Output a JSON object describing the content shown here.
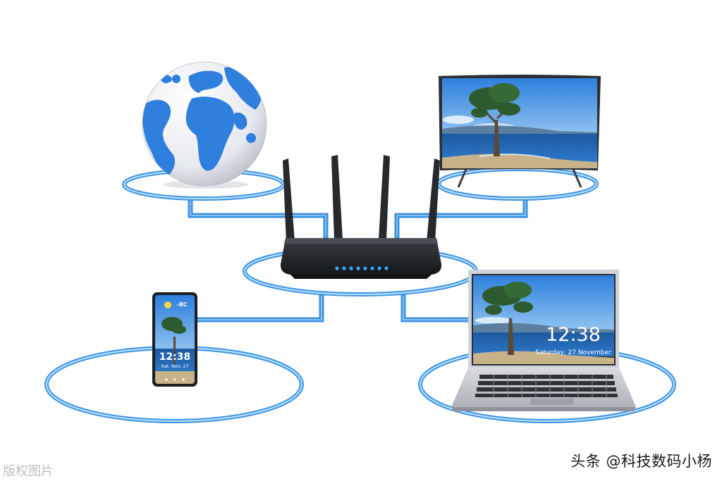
{
  "colors": {
    "link_blue": "#2f8be0",
    "ring_blue": "#3a94e6",
    "router_body": "#1f2226",
    "ocean": "#2e7fde",
    "land": "#eef1f5",
    "sky": "#3f8ee6",
    "sea": "#1f5ea6",
    "tree": "#2d5a2e"
  },
  "icons": [
    "globe-icon",
    "router-icon",
    "tv-icon",
    "phone-icon",
    "laptop-icon"
  ],
  "phone_screen": {
    "temperature": "-8C",
    "time": "12:38",
    "date": "Sat, Nov. 27"
  },
  "laptop_screen": {
    "time": "12:38",
    "date": "Saturday, 27 November"
  },
  "attribution": "头条 @科技数码小杨",
  "watermark": "版权图片"
}
